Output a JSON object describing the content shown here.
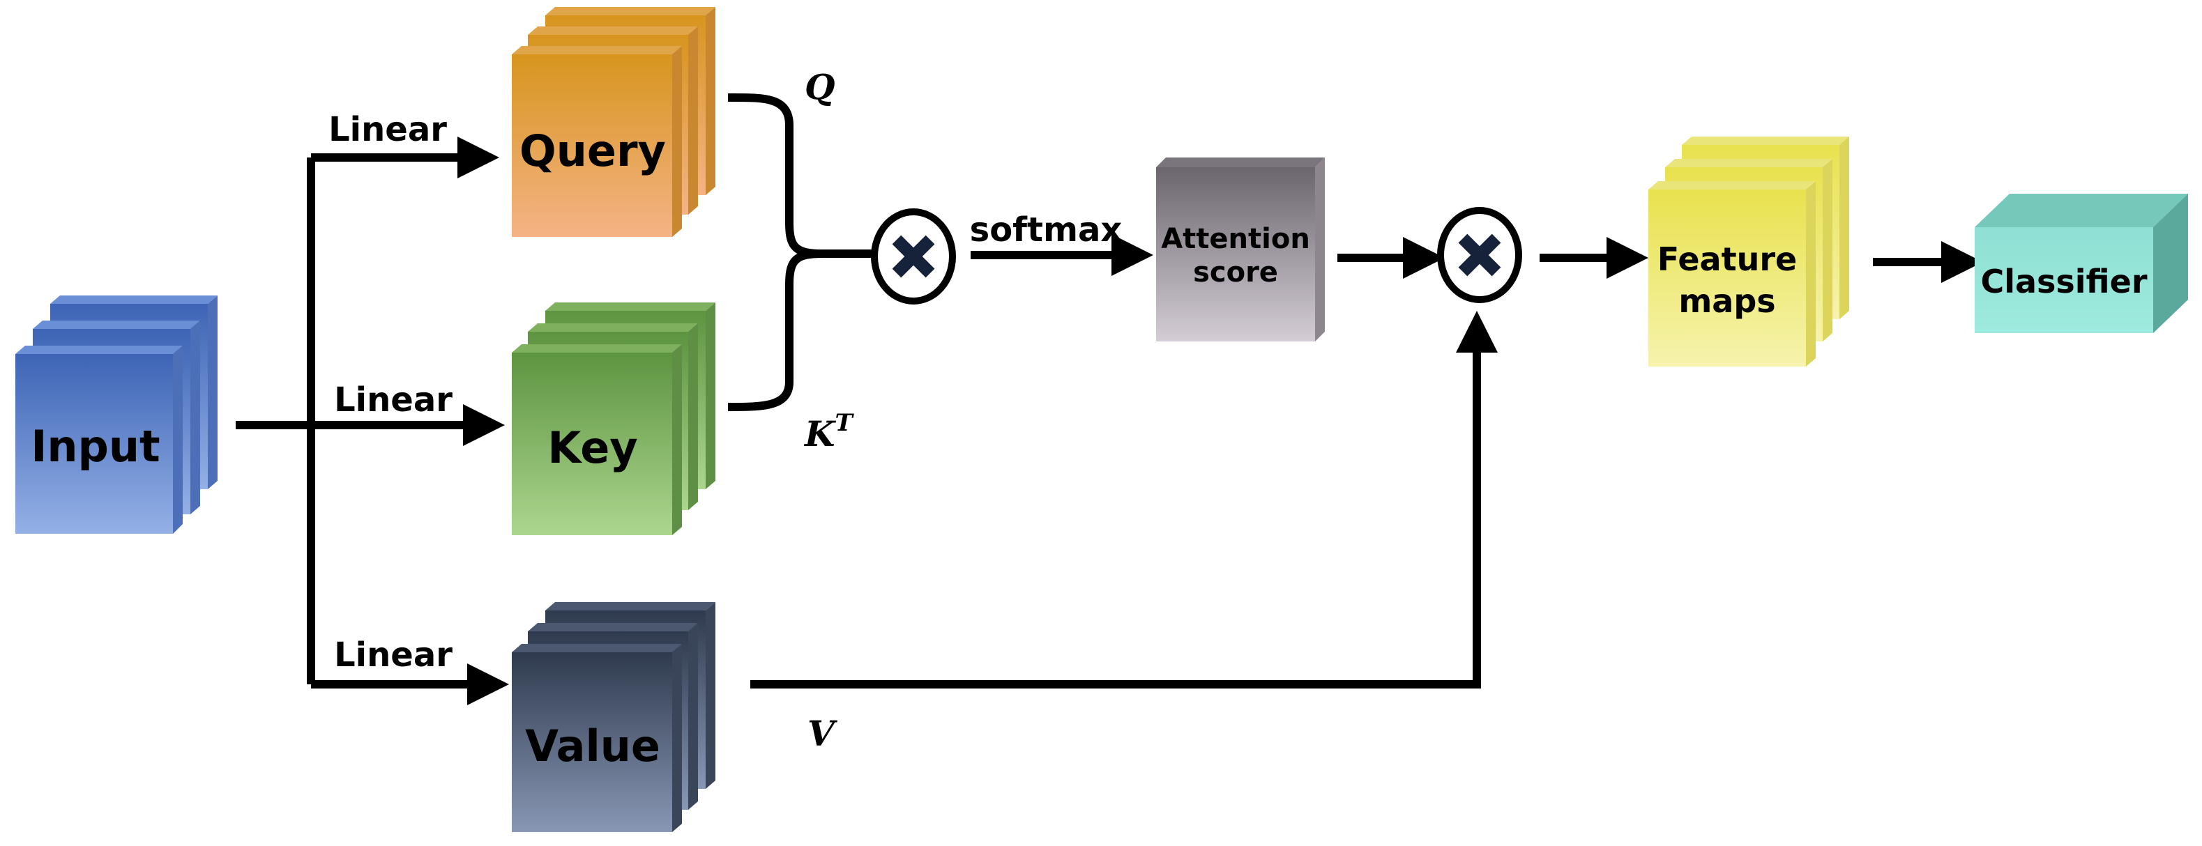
{
  "nodes": {
    "input": "Input",
    "query": "Query",
    "key": "Key",
    "value": "Value",
    "attention_line1": "Attention",
    "attention_line2": "score",
    "feature_line1": "Feature",
    "feature_line2": "maps",
    "classifier": "Classifier"
  },
  "edges": {
    "linear_query": "Linear",
    "linear_key": "Linear",
    "linear_value": "Linear",
    "softmax": "softmax"
  },
  "symbols": {
    "q": "Q",
    "k": "K",
    "k_sup": "T",
    "v": "V"
  },
  "colors": {
    "input": "#7c99d6",
    "query": "#e8a45a",
    "key": "#8fbf6e",
    "value": "#5f6f8a",
    "attention": "#a9a1a8",
    "feature": "#eeea80",
    "classifier": "#7dd8c8"
  }
}
